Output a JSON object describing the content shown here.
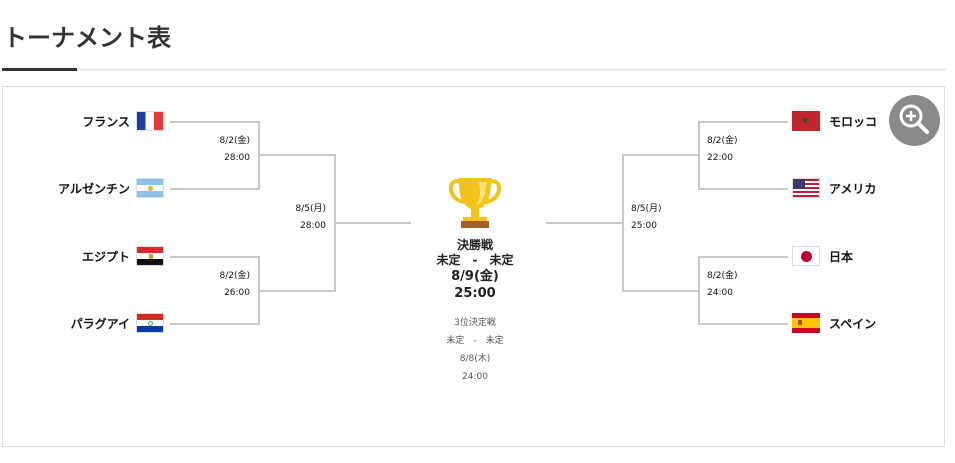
{
  "page": {
    "title": "トーナメント表"
  },
  "left": {
    "teams": [
      "フランス",
      "アルゼンチン",
      "エジプト",
      "パラグアイ"
    ],
    "round1": [
      {
        "date": "8/2(金)",
        "time": "28:00"
      },
      {
        "date": "8/2(金)",
        "time": "26:00"
      }
    ],
    "semi": {
      "date": "8/5(月)",
      "time": "28:00"
    }
  },
  "right": {
    "teams": [
      "モロッコ",
      "アメリカ",
      "日本",
      "スペイン"
    ],
    "round1": [
      {
        "date": "8/2(金)",
        "time": "22:00"
      },
      {
        "date": "8/2(金)",
        "time": "24:00"
      }
    ],
    "semi": {
      "date": "8/5(月)",
      "time": "25:00"
    }
  },
  "final": {
    "title": "決勝戦",
    "teams": "未定　-　未定",
    "date": "8/9(金)",
    "time": "25:00"
  },
  "third_place": {
    "title": "3位決定戦",
    "teams": "未定　-　未定",
    "date": "8/8(木)",
    "time": "24:00"
  },
  "colors": {
    "bracket_line": "#c8c8c8",
    "trophy": "#f0c419",
    "zoom_button": "#8a8a8a"
  },
  "icons": {
    "zoom": "zoom-in-icon",
    "trophy": "trophy-icon"
  }
}
